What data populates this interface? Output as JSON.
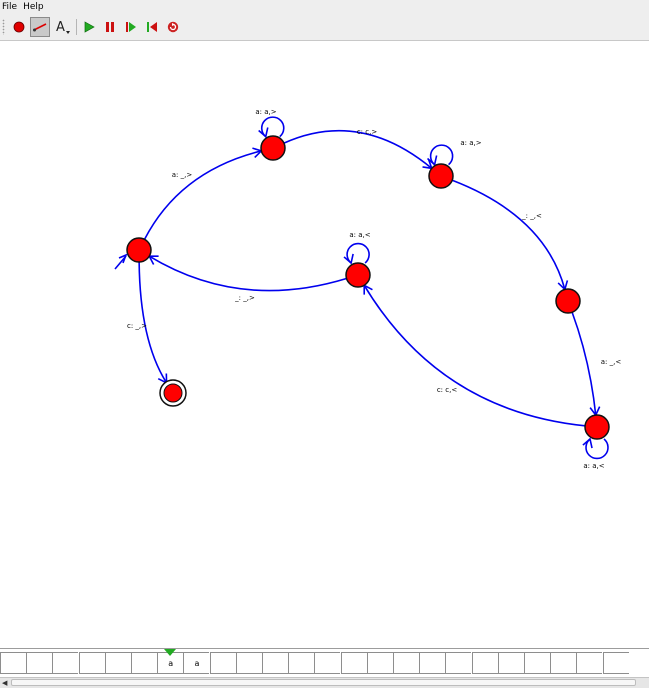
{
  "menubar": {
    "file_label": "File",
    "help_label": "Help"
  },
  "toolbar": {
    "buttons": [
      {
        "name": "state-tool-button",
        "icon": "red-circle-icon",
        "pressed": false
      },
      {
        "name": "transition-tool-button",
        "icon": "arrow-line-icon",
        "pressed": true
      },
      {
        "name": "text-tool-button",
        "icon": "text-a-icon",
        "pressed": false
      },
      {
        "name": "run-button",
        "icon": "play-icon",
        "pressed": false
      },
      {
        "name": "pause-button",
        "icon": "pause-icon",
        "pressed": false
      },
      {
        "name": "step-forward-button",
        "icon": "step-forward-icon",
        "pressed": false
      },
      {
        "name": "step-back-button",
        "icon": "step-back-icon",
        "pressed": false
      },
      {
        "name": "reset-button",
        "icon": "reset-icon",
        "pressed": false
      }
    ],
    "text_tool_glyph": "A"
  },
  "diagram": {
    "colors": {
      "state_fill": "#ff0000",
      "state_stroke": "#111111",
      "edge": "#0000ee",
      "label": "#000000"
    },
    "states": [
      {
        "id": "q0",
        "initial": true,
        "final": false
      },
      {
        "id": "q1",
        "initial": false,
        "final": false
      },
      {
        "id": "q2",
        "initial": false,
        "final": false
      },
      {
        "id": "q3",
        "initial": false,
        "final": false
      },
      {
        "id": "q4",
        "initial": false,
        "final": false
      },
      {
        "id": "q5",
        "initial": false,
        "final": false
      },
      {
        "id": "q6",
        "initial": false,
        "final": true
      }
    ],
    "transitions": [
      {
        "id": "t-q0-q1",
        "from": "q0",
        "to": "q1",
        "label": "a: _,>"
      },
      {
        "id": "t-q1-q1",
        "from": "q1",
        "to": "q1",
        "label": "a: a,>"
      },
      {
        "id": "t-q1-q2",
        "from": "q1",
        "to": "q2",
        "label": "c: c,>"
      },
      {
        "id": "t-q2-q2",
        "from": "q2",
        "to": "q2",
        "label": "a: a,>"
      },
      {
        "id": "t-q2-q3",
        "from": "q2",
        "to": "q3",
        "label": "_: _,<"
      },
      {
        "id": "t-q3-q4",
        "from": "q3",
        "to": "q4",
        "label": "a: _,<"
      },
      {
        "id": "t-q4-q4",
        "from": "q4",
        "to": "q4",
        "label": "a: a,<"
      },
      {
        "id": "t-q4-q5",
        "from": "q4",
        "to": "q5",
        "label": "c: c,<"
      },
      {
        "id": "t-q5-q5",
        "from": "q5",
        "to": "q5",
        "label": "a: a,<"
      },
      {
        "id": "t-q5-q0",
        "from": "q5",
        "to": "q0",
        "label": "_: _,>"
      },
      {
        "id": "t-q0-q6",
        "from": "q0",
        "to": "q6",
        "label": "c: _,>"
      }
    ]
  },
  "tape": {
    "cells": [
      "",
      "",
      "",
      "",
      "",
      "",
      "a",
      "a",
      "",
      "",
      "",
      "",
      "",
      "",
      "",
      "",
      "",
      "",
      "",
      "",
      "",
      "",
      "",
      ""
    ],
    "head_index": 6
  }
}
